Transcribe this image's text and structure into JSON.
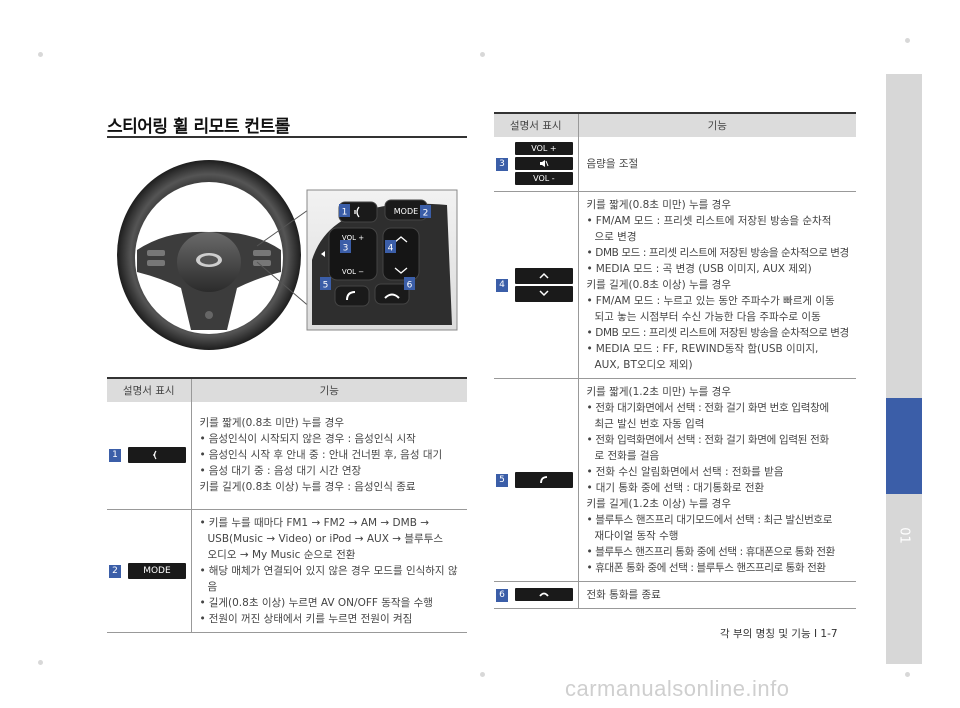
{
  "section_title": "스티어링 휠 리모트 컨트롤",
  "chapter": "01",
  "footer": "각 부의 명칭 및 기능 I 1-7",
  "watermark": "carmanualsonline.info",
  "colors": {
    "accent": "#3b5ea8",
    "header_bg": "#dcdcdc",
    "tab_gray": "#d7d7d7"
  },
  "diagram": {
    "callouts": [
      "1",
      "2",
      "3",
      "4",
      "5",
      "6"
    ],
    "labels": {
      "mode": "MODE",
      "vol_plus": "VOL +",
      "vol_minus": "VOL −"
    }
  },
  "left_table": {
    "headers": [
      "설명서 표시",
      "기능"
    ],
    "rows": [
      {
        "num": "1",
        "icon": "voice-recognition-icon",
        "lines": [
          {
            "text": "키를 짧게(0.8초 미만) 누를 경우",
            "type": "plain"
          },
          {
            "text": "음성인식이 시작되지 않은 경우 : 음성인식 시작",
            "type": "bullet"
          },
          {
            "text": "음성인식 시작 후 안내 중 : 안내 건너뛴 후, 음성 대기",
            "type": "bullet"
          },
          {
            "text": "음성 대기 중 : 음성 대기 시간 연장",
            "type": "bullet"
          },
          {
            "text": "키를 길게(0.8초 이상) 누를 경우 : 음성인식 종료",
            "type": "plain"
          }
        ]
      },
      {
        "num": "2",
        "icon_text": "MODE",
        "lines": [
          {
            "text": "키를 누를 때마다 FM1 → FM2 → AM → DMB →",
            "type": "bullet"
          },
          {
            "text": "USB(Music → Video) or iPod → AUX → 블루투스",
            "type": "indent"
          },
          {
            "text": "오디오 → My Music 순으로 전환",
            "type": "indent"
          },
          {
            "text": "해당 매체가 연결되어 있지 않은 경우 모드를 인식하지 않",
            "type": "bullet"
          },
          {
            "text": "음",
            "type": "indent"
          },
          {
            "text": "길게(0.8초 이상) 누르면 AV ON/OFF 동작을 수행",
            "type": "bullet"
          },
          {
            "text": "전원이 꺼진 상태에서 키를 누르면 전원이 켜짐",
            "type": "bullet"
          }
        ]
      }
    ]
  },
  "right_table": {
    "headers": [
      "설명서 표시",
      "기능"
    ],
    "rows": [
      {
        "num": "3",
        "icons": [
          "VOL +",
          "mute-icon",
          "VOL -"
        ],
        "lines": [
          {
            "text": "음량을 조절",
            "type": "plain"
          }
        ]
      },
      {
        "num": "4",
        "icons": [
          "chevron-up-icon",
          "chevron-down-icon"
        ],
        "lines": [
          {
            "text": "키를 짧게(0.8초 미만) 누를 경우",
            "type": "plain"
          },
          {
            "text": "FM/AM 모드 : 프리셋 리스트에 저장된 방송을 순차적",
            "type": "bullet"
          },
          {
            "text": "으로 변경",
            "type": "indent"
          },
          {
            "text": "DMB 모드 : 프리셋 리스트에 저장된 방송을 순차적으로 변경",
            "type": "bullet"
          },
          {
            "text": "MEDIA 모드 : 곡 변경 (USB 이미지, AUX 제외)",
            "type": "bullet"
          },
          {
            "text": "키를 길게(0.8초 이상) 누를 경우",
            "type": "plain"
          },
          {
            "text": "FM/AM 모드 : 누르고 있는 동안 주파수가 빠르게 이동",
            "type": "bullet"
          },
          {
            "text": "되고 놓는 시점부터 수신 가능한 다음 주파수로 이동",
            "type": "indent"
          },
          {
            "text": "DMB 모드 : 프리셋 리스트에 저장된 방송을 순차적으로 변경",
            "type": "bullet"
          },
          {
            "text": "MEDIA 모드 : FF, REWIND동작 함(USB 이미지,",
            "type": "bullet"
          },
          {
            "text": "AUX, BT오디오 제외)",
            "type": "indent"
          }
        ]
      },
      {
        "num": "5",
        "icons": [
          "call-icon"
        ],
        "lines": [
          {
            "text": "키를 짧게(1.2초 미만) 누를 경우",
            "type": "plain"
          },
          {
            "text": "전화 대기화면에서 선택 : 전화 걸기 화면 번호 입력창에",
            "type": "bullet"
          },
          {
            "text": "최근 발신 번호 자동 입력",
            "type": "indent"
          },
          {
            "text": "전화 입력화면에서 선택 : 전화 걸기 화면에 입력된 전화",
            "type": "bullet"
          },
          {
            "text": "로 전화를 걸음",
            "type": "indent"
          },
          {
            "text": "전화 수신 알림화면에서 선택 : 전화를 받음",
            "type": "bullet"
          },
          {
            "text": "대기 통화 중에 선택 : 대기통화로 전환",
            "type": "bullet"
          },
          {
            "text": "키를 길게(1.2초 이상) 누를 경우",
            "type": "plain"
          },
          {
            "text": "블루투스 핸즈프리 대기모드에서 선택 : 최근 발신번호로",
            "type": "bullet"
          },
          {
            "text": "재다이얼 동작 수행",
            "type": "indent"
          },
          {
            "text": "블루투스 핸즈프리 통화 중에 선택 : 휴대폰으로 통화 전환",
            "type": "bullet"
          },
          {
            "text": "휴대폰 통화 중에 선택 : 블루투스 핸즈프리로 통화 전환",
            "type": "bullet"
          }
        ]
      },
      {
        "num": "6",
        "icons": [
          "end-call-icon"
        ],
        "lines": [
          {
            "text": "전화 통화를 종료",
            "type": "plain"
          }
        ]
      }
    ]
  }
}
